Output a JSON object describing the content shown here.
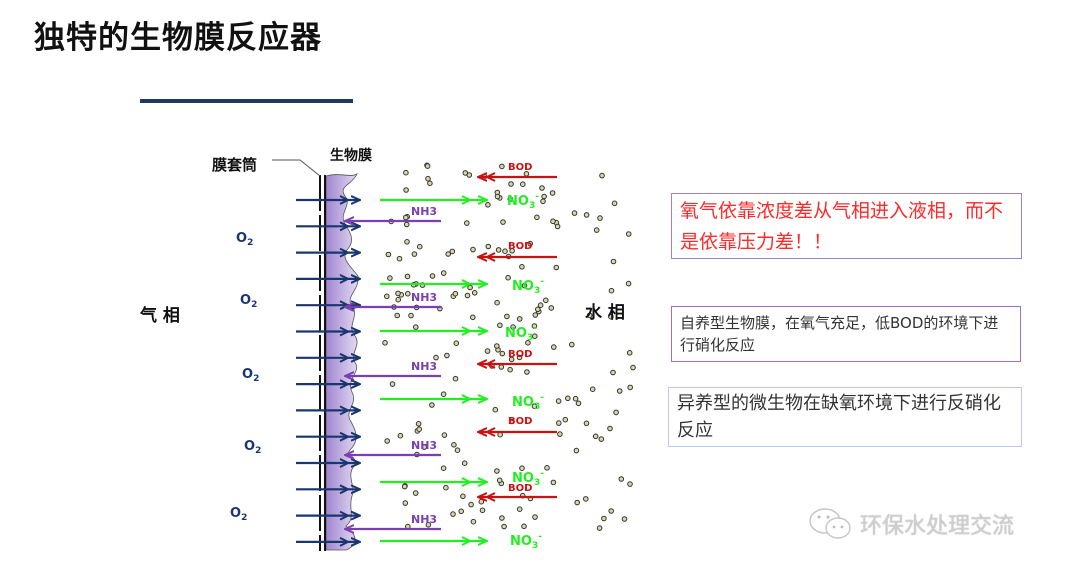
{
  "title": "独特的生物膜反应器",
  "diagram": {
    "label_sleeve": "膜套筒",
    "label_biofilm": "生物膜",
    "label_gas_phase": "气 相",
    "label_water_phase": "水 相",
    "o2_label": "O",
    "o2_sub": "2",
    "nh3_label": "NH3",
    "no3_label": "NO",
    "no3_sub": "3",
    "no3_sup": "-",
    "bod_label": "BOD"
  },
  "notes": {
    "box1": "氧气依靠浓度差从气相进入液相，而不是依靠压力差！！",
    "box2": "自养型生物膜，在氧气充足，低BOD的环境下进行硝化反应",
    "box3": "异养型的微生物在缺氧环境下进行反硝化反应"
  },
  "watermark": "环保水处理交流",
  "colors": {
    "o2": "#1a3570",
    "nh3": "#7a3fb0",
    "no3": "#22ee22",
    "bod": "#cc1111",
    "biofilm": "#b9a3dc"
  }
}
